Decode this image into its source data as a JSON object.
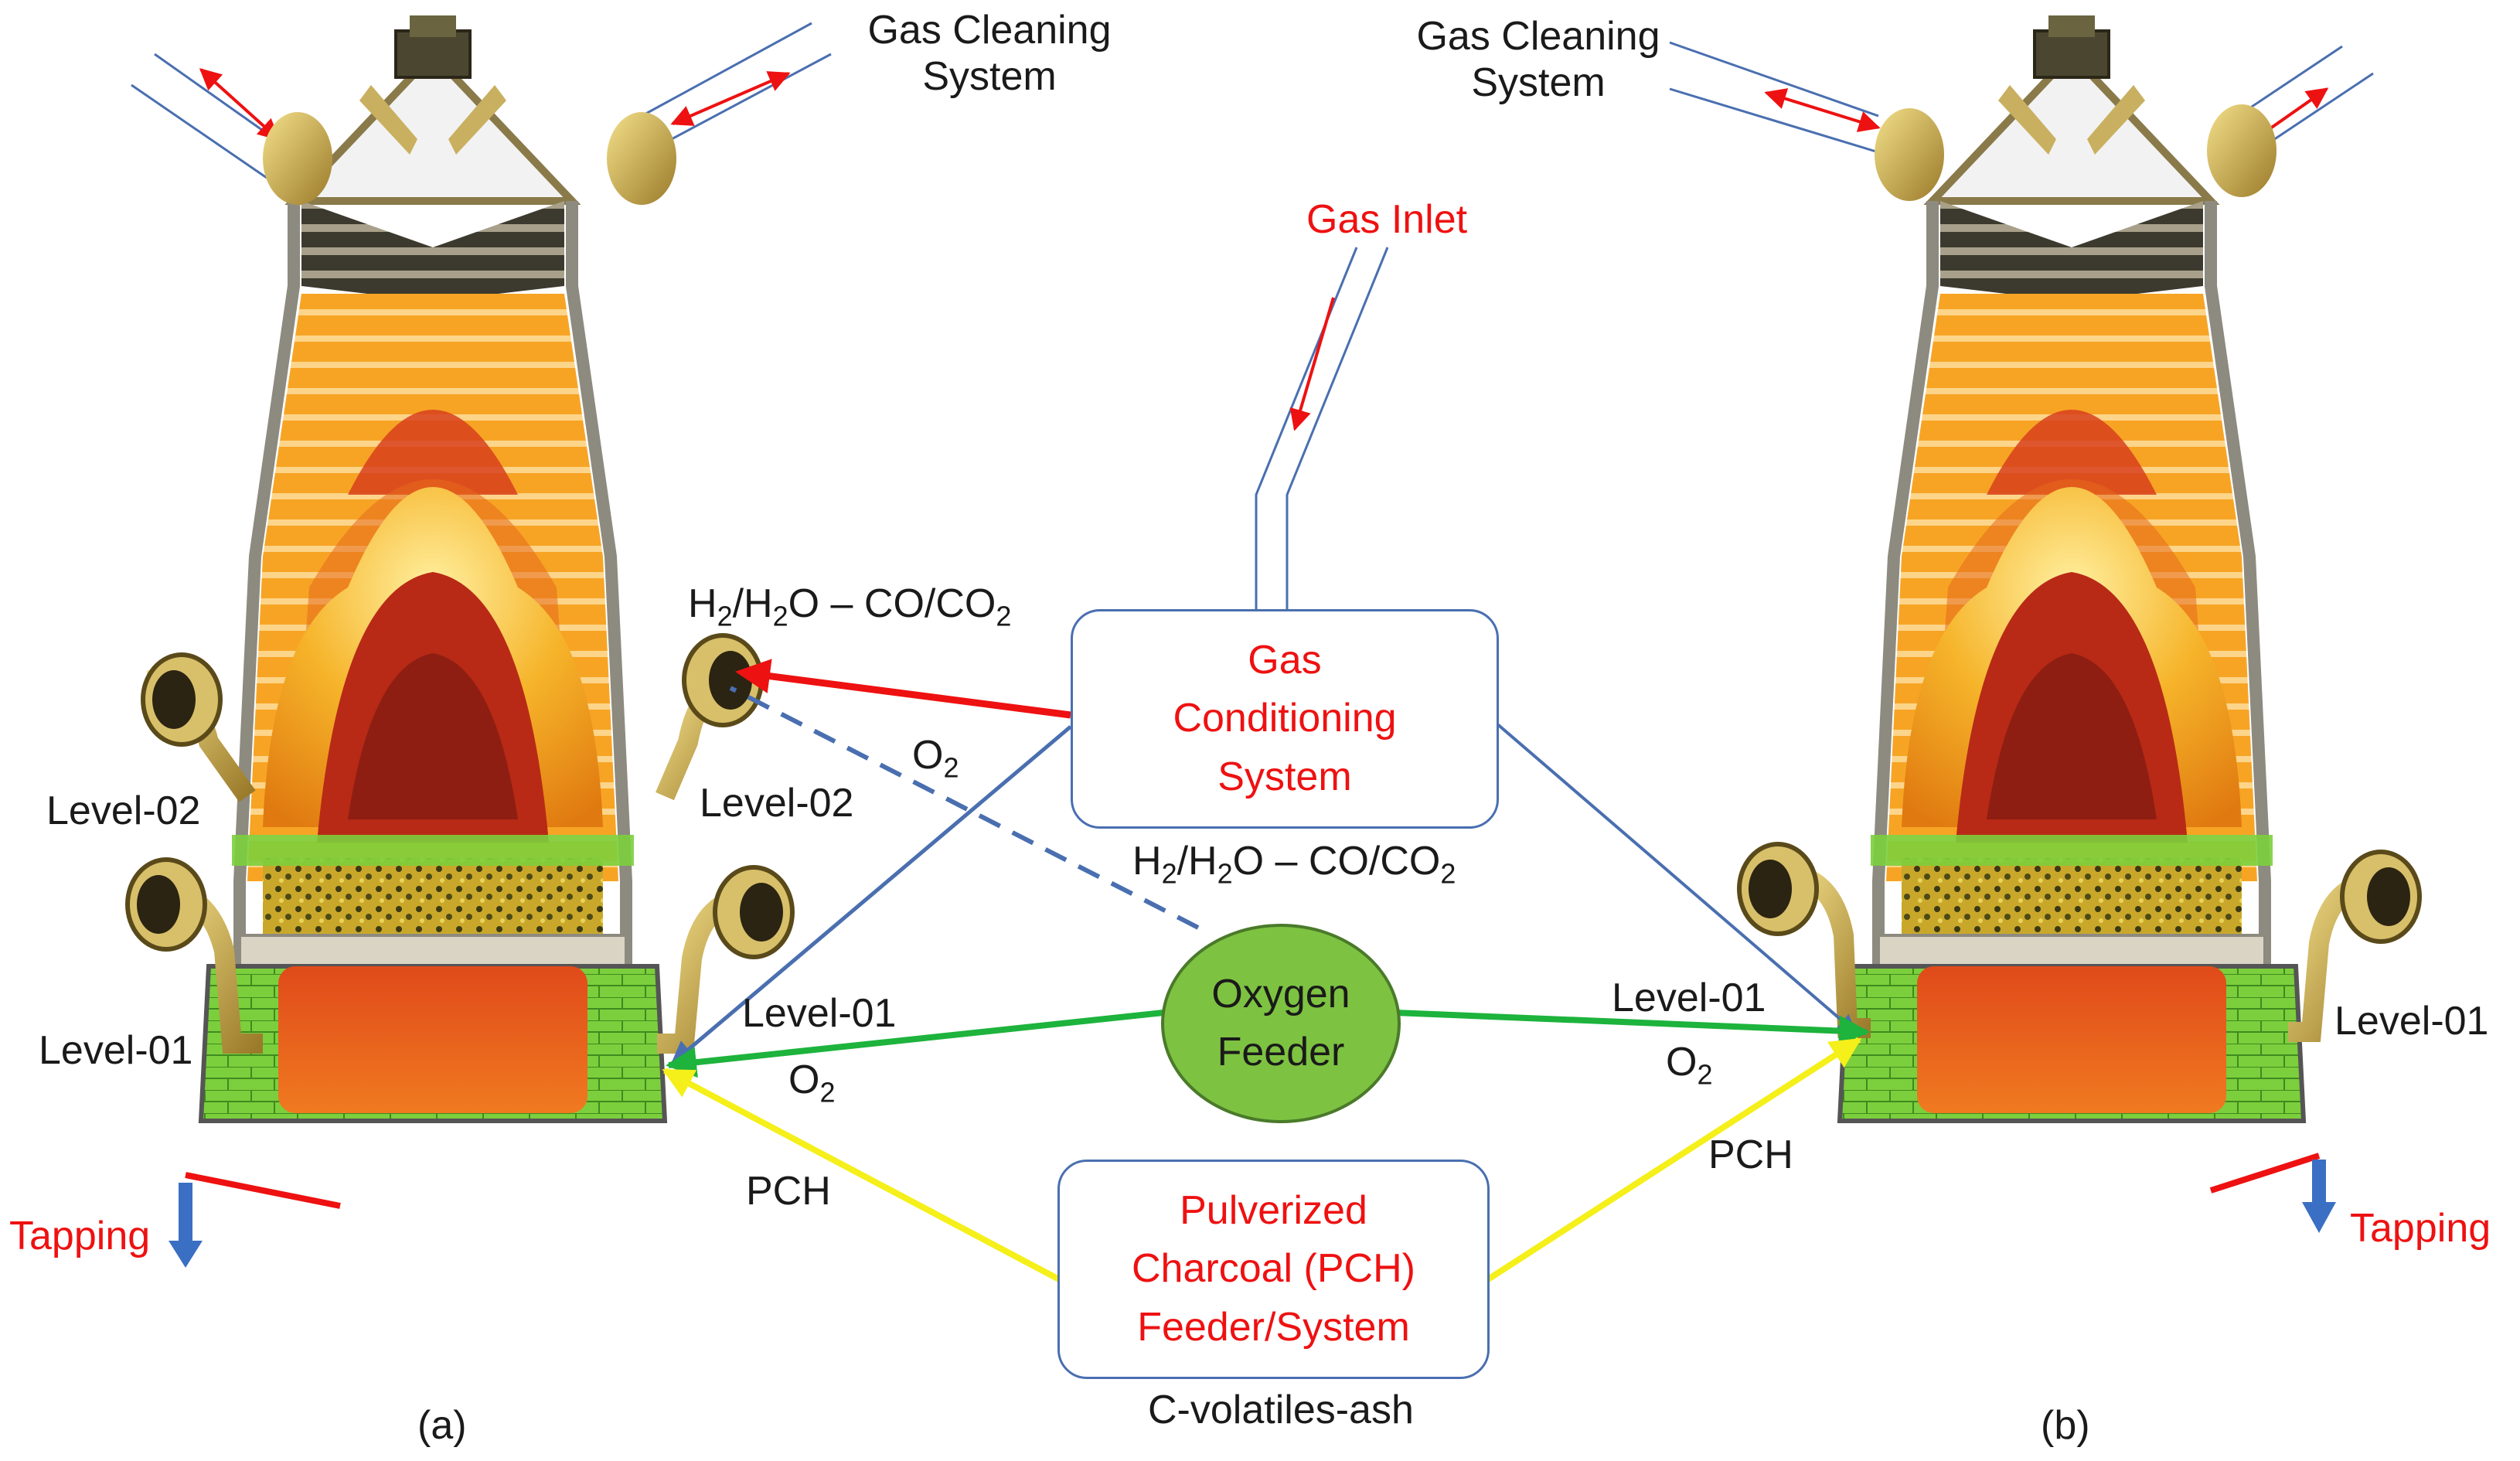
{
  "labels": {
    "gas_cleaning_left": "Gas Cleaning\nSystem",
    "gas_cleaning_right": "Gas Cleaning\nSystem",
    "gas_inlet": "Gas Inlet",
    "h2_label_top": "H2/H2O – CO/CO2",
    "h2_label_mid": "H2/H2O – CO/CO2",
    "o2_upper": "O2",
    "o2_left": "O2",
    "o2_right": "O2",
    "level02_left_outer": "Level-02",
    "level02_left_inner": "Level-02",
    "level01_left_outer": "Level-01",
    "level01_left_inner": "Level-01",
    "level01_right_inner": "Level-01",
    "level01_right_outer": "Level-01",
    "pch_left": "PCH",
    "pch_right": "PCH",
    "tapping_left": "Tapping",
    "tapping_right": "Tapping",
    "c_volatiles_ash": "C-volatiles-ash",
    "caption_a": "(a)",
    "caption_b": "(b)"
  },
  "boxes": {
    "gas_conditioning": "Gas\nConditioning\nSystem",
    "oxygen_feeder": "Oxygen\nFeeder",
    "pch_feeder": "Pulverized\nCharcoal (PCH)\nFeeder/System"
  },
  "colors": {
    "red_line": "#ee1111",
    "blue_line": "#4a6fb0",
    "green_line": "#1db33c",
    "yellow_line": "#f5ef1a",
    "tap_arrow": "#3a6fc4",
    "brick_green": "#7ccf3c",
    "furnace_orange": "#f5a020",
    "melt_red": "#c8281a"
  }
}
